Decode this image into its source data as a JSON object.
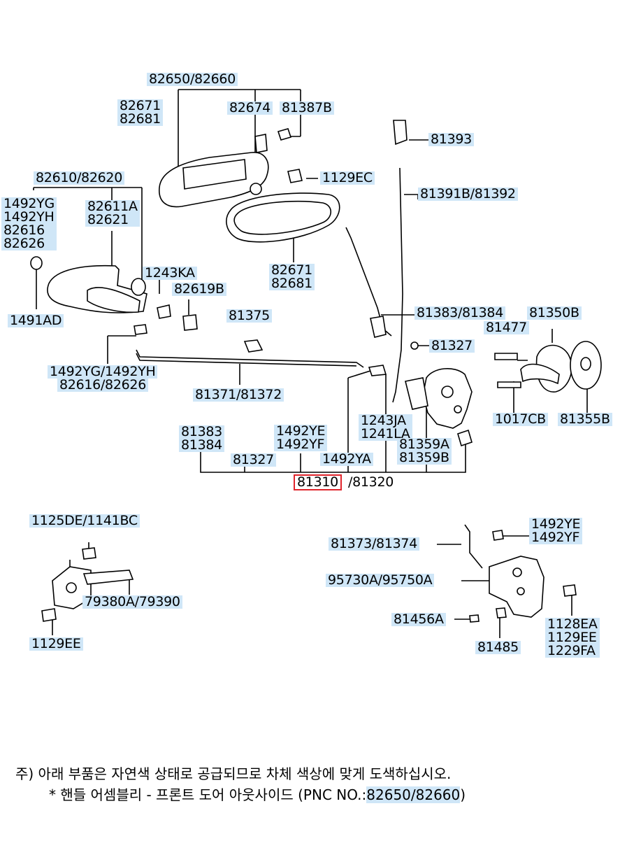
{
  "labels": {
    "p82650": "82650/82660",
    "p82671a": "82671",
    "p82681a": "82681",
    "p82674": "82674",
    "p81387B": "81387B",
    "p81393": "81393",
    "p1129EC": "1129EC",
    "p81391B": "81391B/81392",
    "p82610": "82610/82620",
    "p1492YG": "1492YG",
    "p1492YH": "1492YH",
    "p82616": "82616",
    "p82626": "82626",
    "p82611A": "82611A",
    "p82621": "82621",
    "p82671b": "82671",
    "p82681b": "82681",
    "p1243KA": "1243KA",
    "p82619B": "82619B",
    "p1491AD": "1491AD",
    "p81375": "81375",
    "p81383top": "81383/81384",
    "p81350B": "81350B",
    "p81477": "81477",
    "p81327top": "81327",
    "p1492YGYH": "1492YG/1492YH",
    "p82616_82626": "82616/82626",
    "p81371": "81371/81372",
    "p1243JA": "1243JA",
    "p1241LA": "1241LA",
    "p1017CB": "1017CB",
    "p81355B": "81355B",
    "p81383": "81383",
    "p81384": "81384",
    "p1492YEa": "1492YE",
    "p1492YFa": "1492YF",
    "p81359A": "81359A",
    "p81359B": "81359B",
    "p81327": "81327",
    "p1492YA": "1492YA",
    "p81310": "81310",
    "p81320": "/81320",
    "p1125DE": "1125DE/1141BC",
    "p79380A": "79380A/79390",
    "p1129EE": "1129EE",
    "p81373": "81373/81374",
    "p1492YEb": "1492YE",
    "p1492YFb": "1492YF",
    "p95730A": "95730A/95750A",
    "p81456A": "81456A",
    "p81485": "81485",
    "p1128EA": "1128EA",
    "p1129EEb": "1129EE",
    "p1229FA": "1229FA"
  },
  "notes": {
    "line1": "주) 아래 부품은 자연색 상태로 공급되므로 차체 색상에 맞게 도색하십시오.",
    "line2_prefix": "* 핸들 어셈블리 - 프론트 도어 아웃사이드 (PNC NO.:",
    "line2_pnc": "82650/82660",
    "line2_suffix": ")"
  },
  "colors": {
    "label_bg": "#cfe6f7",
    "highlight_border": "#e0242b"
  }
}
